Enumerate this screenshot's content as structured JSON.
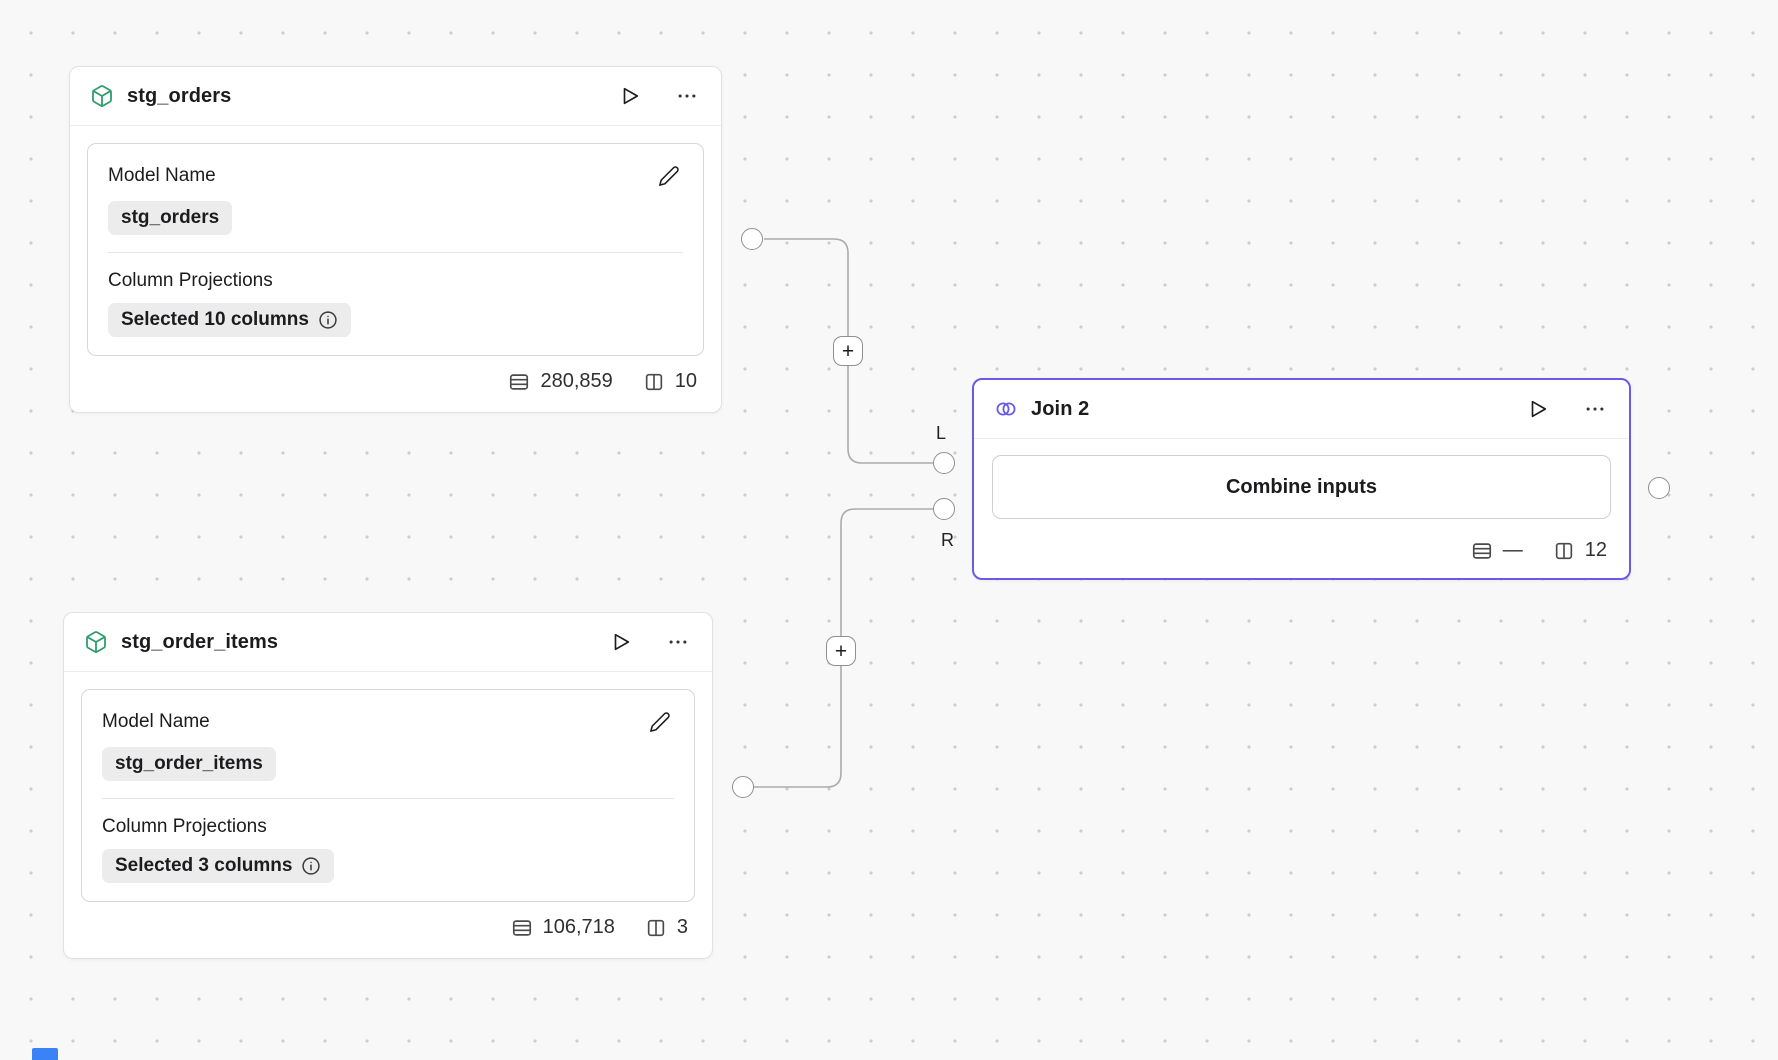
{
  "colors": {
    "accent_purple": "#6A5AE8",
    "model_icon_green": "#2E9E6B",
    "edge_gray": "#ABABAB",
    "canvas_bg": "#F8F8F8",
    "fragment_blue": "#3B82F6"
  },
  "icons": {
    "model": "cube-icon",
    "run": "play-icon",
    "menu": "ellipsis-icon",
    "edit": "pencil-icon",
    "info": "info-circle-icon",
    "rows": "row-count-icon",
    "columns": "column-count-icon",
    "join": "overlapping-circles-icon",
    "add": "plus-icon"
  },
  "canvas": {
    "add_button_label": "+"
  },
  "nodes": {
    "stg_orders": {
      "title": "stg_orders",
      "model_name_label": "Model Name",
      "model_name_value": "stg_orders",
      "projections_label": "Column Projections",
      "projections_value": "Selected 10 columns",
      "row_count": "280,859",
      "column_count": "10"
    },
    "stg_order_items": {
      "title": "stg_order_items",
      "model_name_label": "Model Name",
      "model_name_value": "stg_order_items",
      "projections_label": "Column Projections",
      "projections_value": "Selected 3 columns",
      "row_count": "106,718",
      "column_count": "3"
    },
    "join2": {
      "title": "Join 2",
      "body_label": "Combine inputs",
      "row_count": "—",
      "column_count": "12",
      "left_port_label": "L",
      "right_port_label": "R"
    }
  }
}
